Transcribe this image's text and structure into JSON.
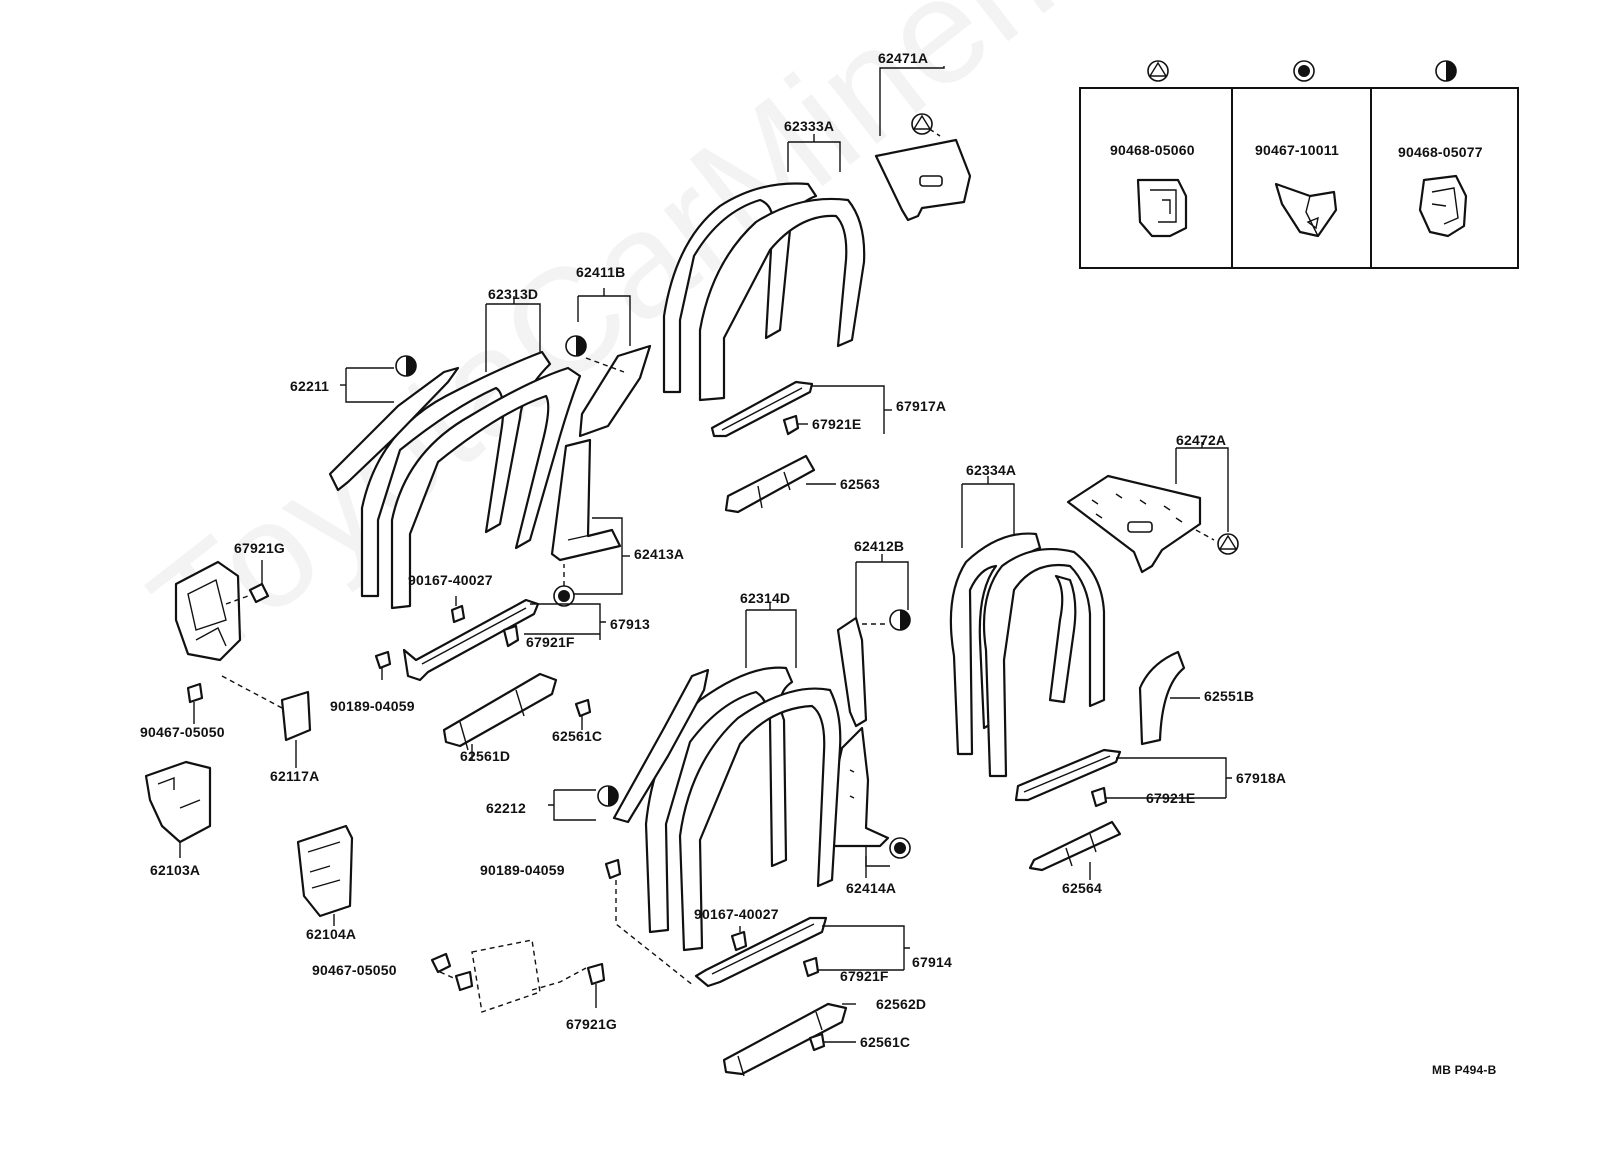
{
  "watermark": "ToyotaCarMiner.ru",
  "reference": "MB P494-B",
  "legend": {
    "clips": [
      {
        "symbol": "triangle-clip-icon",
        "part": "90468-05060"
      },
      {
        "symbol": "full-dot-clip-icon",
        "part": "90467-10011"
      },
      {
        "symbol": "half-dot-clip-icon",
        "part": "90468-05077"
      }
    ]
  },
  "labels": {
    "p62471A": "62471A",
    "p62333A": "62333A",
    "p62411B": "62411B",
    "p62313D": "62313D",
    "p62211": "62211",
    "p67917A": "67917A",
    "p67921E_top": "67921E",
    "p62563": "62563",
    "p62472A": "62472A",
    "p62334A": "62334A",
    "p62413A": "62413A",
    "p67921G_left": "67921G",
    "p90167_top": "90167-40027",
    "p67913": "67913",
    "p67921F_top": "67921F",
    "p62412B": "62412B",
    "p62314D": "62314D",
    "p90189_top": "90189-04059",
    "p62561C_top": "62561C",
    "p62561D": "62561D",
    "p90467_left": "90467-05050",
    "p62117A": "62117A",
    "p62551B": "62551B",
    "p62212": "62212",
    "p67918A": "67918A",
    "p67921E_bottom": "67921E",
    "p62103A": "62103A",
    "p90189_bottom": "90189-04059",
    "p62414A": "62414A",
    "p62564": "62564",
    "p90167_bottom": "90167-40027",
    "p62104A": "62104A",
    "p67914": "67914",
    "p90467_bottom": "90467-05050",
    "p67921F_bottom": "67921F",
    "p62562D": "62562D",
    "p67921G_bottom": "67921G",
    "p62561C_bottom": "62561C"
  }
}
